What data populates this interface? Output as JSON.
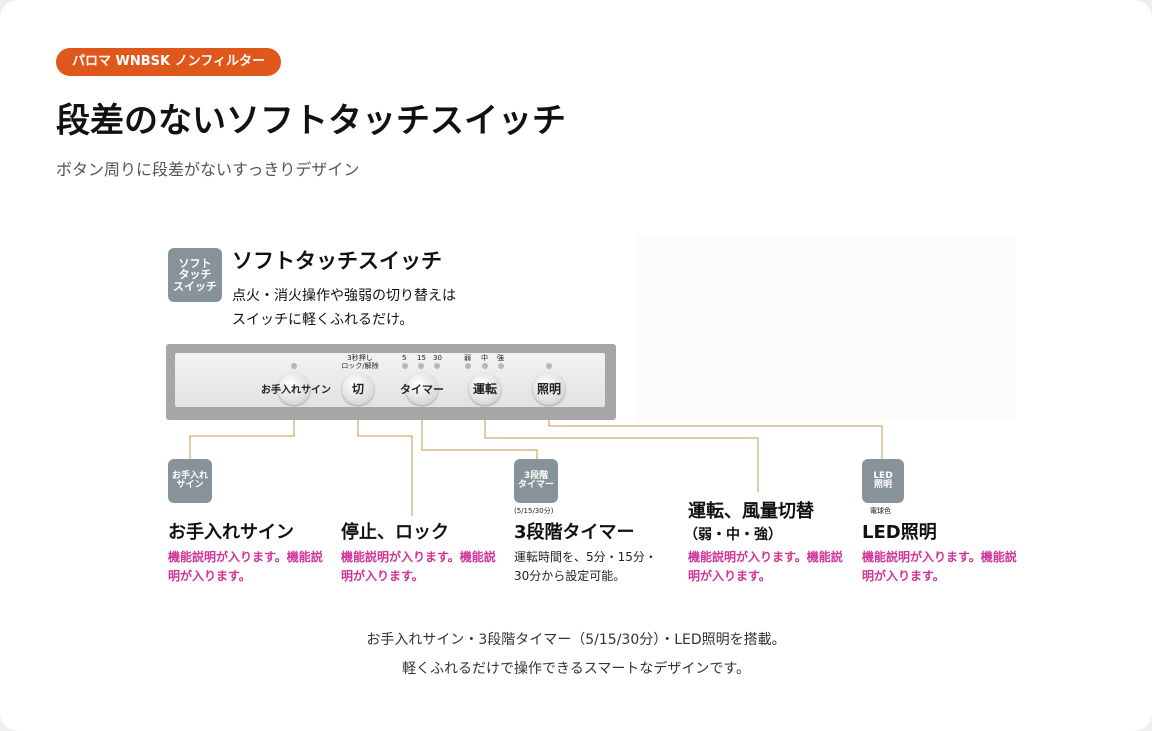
{
  "tag": "パロマ WNBSK ノンフィルター",
  "title": "段差のないソフトタッチスイッチ",
  "subtitle": "ボタン周りに段差がないすっきりデザイン",
  "figure": {
    "badge_main": "ソフト\nタッチ\nスイッチ",
    "heading": "ソフトタッチスイッチ",
    "heading_desc": [
      "点火・消火操作や強弱の切り替えは",
      "スイッチに軽くふれるだけ。"
    ],
    "panel": {
      "note_lock": [
        "3秒押し",
        "ロック/解除"
      ],
      "timer_marks": [
        "5",
        "15",
        "30"
      ],
      "strength_marks": [
        "弱",
        "中",
        "強"
      ],
      "buttons": [
        "お手入れサイン",
        "切",
        "タイマー",
        "運転",
        "照明"
      ]
    },
    "badges": {
      "care": "お手入れ\nサイン",
      "timer": "3段階\nタイマー",
      "timer_note": "(5/15/30分)",
      "led": "LED\n照明",
      "led_note": "電球色"
    },
    "features": [
      {
        "title": "お手入れサイン",
        "desc": "機能説明が入ります。機能説明が入ります。"
      },
      {
        "title": "停止、ロック",
        "desc": "機能説明が入ります。機能説明が入ります。"
      },
      {
        "title": "3段階タイマー",
        "desc": "運転時間を、5分・15分・30分から設定可能。"
      },
      {
        "title": "運転、風量切替",
        "sub": "（弱・中・強）",
        "desc": "機能説明が入ります。機能説明が入ります。"
      },
      {
        "title": "LED照明",
        "desc": "機能説明が入ります。機能説明が入ります。"
      }
    ]
  },
  "footer": [
    "お手入れサイン・3段階タイマー（5/15/30分）・LED照明を搭載。",
    "軽くふれるだけで操作できるスマートなデザインです。"
  ],
  "colors": {
    "accent": "#e0571b",
    "pink": "#d1359a",
    "line": "#c9944a",
    "badge": "#87939a"
  }
}
